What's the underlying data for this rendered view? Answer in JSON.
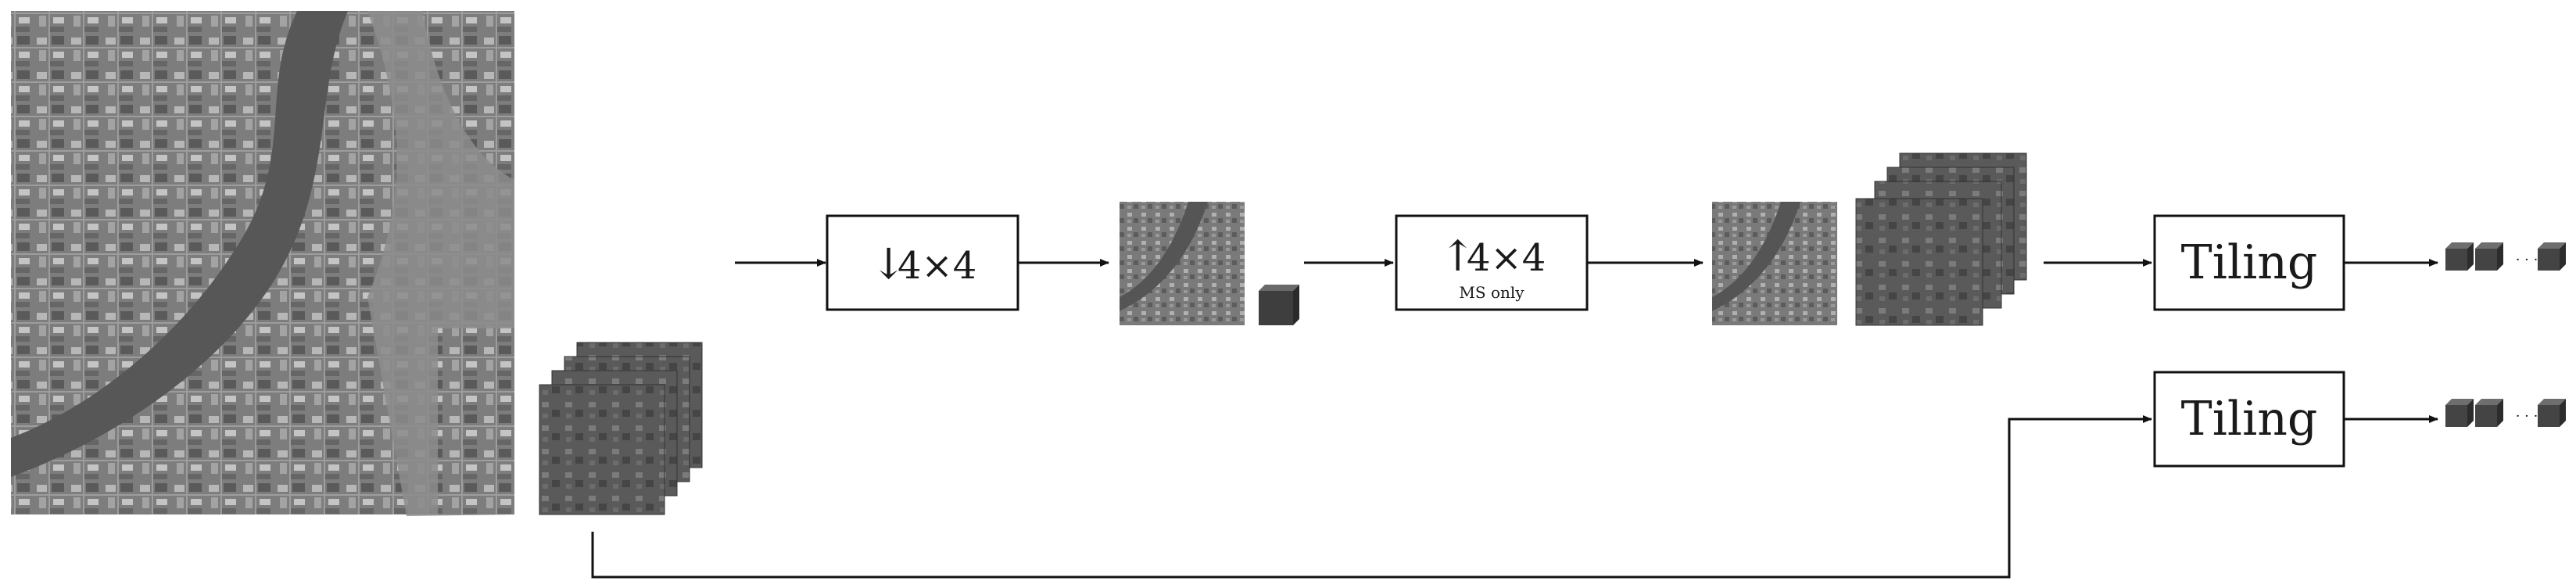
{
  "blocks": {
    "downsample": {
      "symbol": "↓",
      "label": "4×4"
    },
    "upsample": {
      "symbol": "↑",
      "label": "4×4",
      "note": "MS only"
    },
    "tiling_top": {
      "label": "Tiling"
    },
    "tiling_bottom": {
      "label": "Tiling"
    }
  },
  "outputs": {
    "ellipsis": "· · ·"
  },
  "colors": {
    "line": "#111111",
    "image_dark": "#555555",
    "image_light": "#9a9a9a",
    "tile": "#4a4a4a"
  }
}
